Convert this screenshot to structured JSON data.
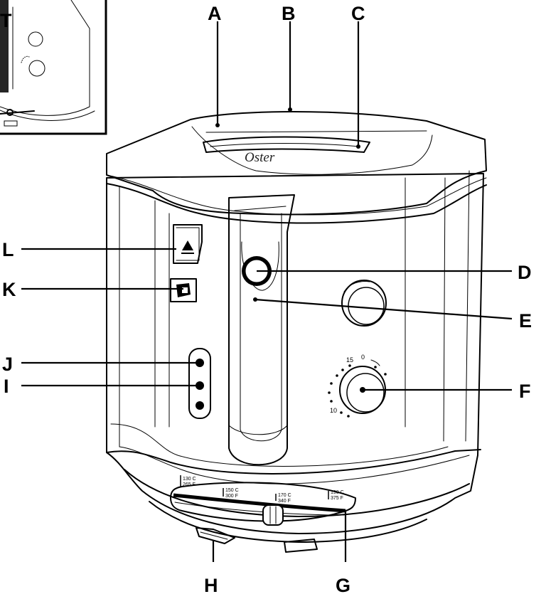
{
  "brand": "Oster",
  "labels": {
    "A": "A",
    "B": "B",
    "C": "C",
    "D": "D",
    "E": "E",
    "F": "F",
    "G": "G",
    "H": "H",
    "I": "I",
    "J": "J",
    "K": "K",
    "L": "L",
    "T": "T"
  },
  "timer_marks": {
    "m15": "15",
    "m0": "0",
    "m10": "10"
  },
  "temperature_scale": [
    {
      "c": "130 C",
      "f": "265 F"
    },
    {
      "c": "150 C",
      "f": "300 F"
    },
    {
      "c": "170 C",
      "f": "340 F"
    },
    {
      "c": "190 C",
      "f": "375 F"
    }
  ]
}
